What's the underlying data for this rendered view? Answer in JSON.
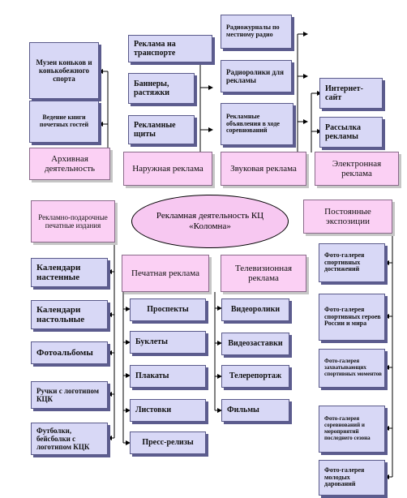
{
  "center": {
    "label": "Рекламная деятельность КЦ «Коломна»"
  },
  "categories": {
    "archive": "Архивная деятельность",
    "outdoor": "Наружная реклама",
    "sound": "Звуковая реклама",
    "electronic": "Электронная реклама",
    "gifts": "Рекламно-подарочные печатные издания",
    "permanent": "Постоянные экспозиции",
    "print": "Печатная реклама",
    "tv": "Телевизионная реклама"
  },
  "archive_items": [
    "Музеи коньков и конькобежного спорта",
    "Ведение книги почетных гостей"
  ],
  "outdoor_items": [
    "Реклама на транспорте",
    "Баннеры, растяжки",
    "Рекламные щиты"
  ],
  "sound_items": [
    "Радиожурналы по местному радио",
    "Радиоролики для рекламы",
    "Рекламные объявления в ходе соревнований"
  ],
  "electronic_items": [
    "Интернет-сайт",
    "Рассылка рекламы"
  ],
  "gift_items": [
    "Календари настенные",
    "Календари настольные",
    "Фотоальбомы",
    "Ручки с логотипом КЦК",
    "Футболки, бейсболки с логотипом КЦК"
  ],
  "print_items": [
    "Проспекты",
    "Буклеты",
    "Плакаты",
    "Листовки",
    "Пресс-релизы"
  ],
  "tv_items": [
    "Видеоролики",
    "Видеозаставки",
    "Телерепортаж",
    "Фильмы"
  ],
  "exhibit_items": [
    "Фото-галерея спортивных достижений",
    "Фото-галерея спортивных героев России и мира",
    "Фото-галерея захватывающих спортивных моментов",
    "Фото-галерея соревнований и мероприятий последнего сезона",
    "Фото-галерея молодых дарований"
  ]
}
